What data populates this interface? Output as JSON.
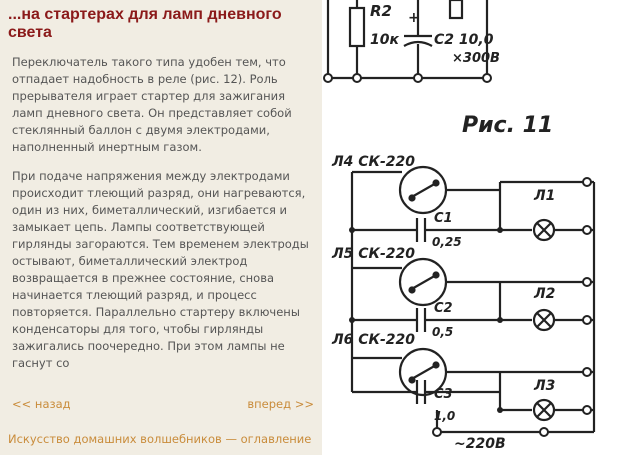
{
  "article": {
    "title": "...на стартерах для ламп дневного света",
    "paragraphs": [
      "Переключатель такого типа удобен тем, что отпадает надобность в реле (рис. 12). Роль прерывателя играет стартер для зажигания ламп дневного света. Он представляет собой стеклянный баллон с двумя электродами, наполненный инертным газом.",
      "При подаче напряжения между электродами происходит тлеющий разряд, они нагреваются, один из них, биметаллический, изгибается и замыкает цепь. Лампы соответствующей гирлянды загораются. Тем временем электроды остывают, биметаллический электрод возвращается в прежнее состояние, снова начинается тлеющий разряд, и процесс повторяется. Параллельно стартеру включены конденсаторы для того, чтобы гирлянды зажигались поочередно. При этом лампы не гаснут со"
    ]
  },
  "nav": {
    "prev": "<< назад",
    "next": "вперед >>",
    "toc": "Искусство домашних волшебников — оглавление"
  },
  "figure": {
    "caption": "Рис. 11",
    "top_labels": {
      "r2": "R2",
      "r2_val": "10к",
      "c2": "C2 10,0",
      "c2_v": "×300В",
      "plus": "+"
    },
    "rows": [
      {
        "starter": "Л4 СК-220",
        "cap": "C1",
        "cap_val": "0,25",
        "lamp": "Л1"
      },
      {
        "starter": "Л5 СК-220",
        "cap": "C2",
        "cap_val": "0,5",
        "lamp": "Л2"
      },
      {
        "starter": "Л6 СК-220",
        "cap": "C3",
        "cap_val": "1,0",
        "lamp": "Л3"
      }
    ],
    "supply": "~220В"
  }
}
